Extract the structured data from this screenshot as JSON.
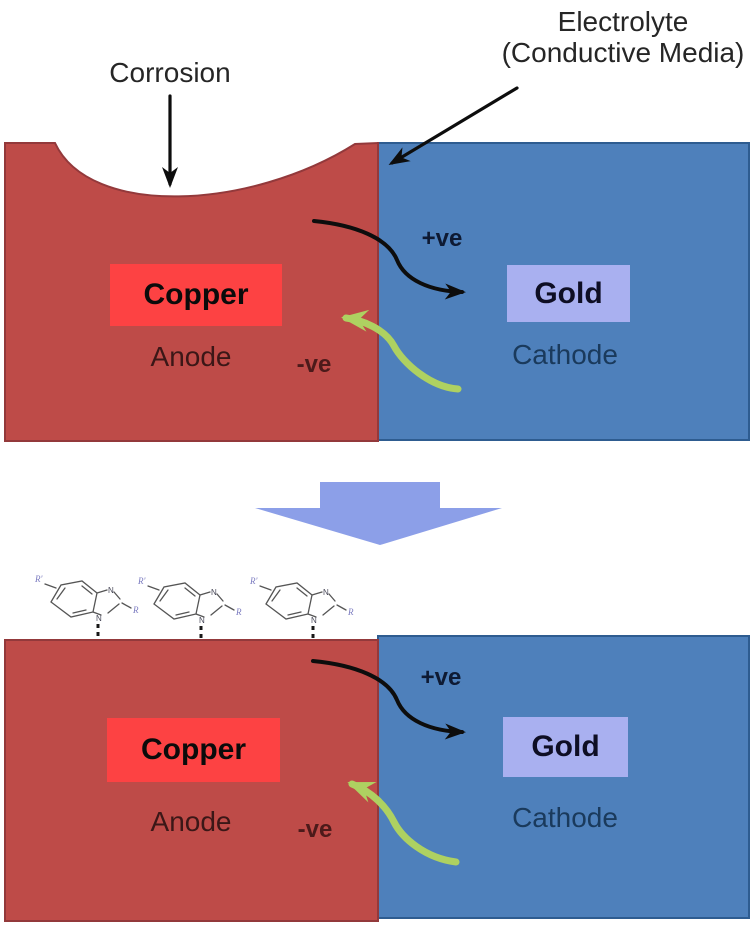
{
  "palette": {
    "copper-block": "#BE4B48",
    "copper-block-border": "#93393B",
    "gold-block": "#4E80BB",
    "gold-block-border": "#2E5C90",
    "copper-chip": "#FD4243",
    "gold-chip": "#A9B0F0",
    "positive-arrow": "#0D0D0D",
    "negative-arrow": "#AED161",
    "transform-arrow": "#8C9FE8",
    "label-dark": "#262626",
    "anode-text": "#3B1717",
    "cathode-text": "#1A3A5C",
    "plus-text": "#0E1A33",
    "minus-text": "#4C1A1A",
    "molecule-bond": "#555555",
    "molecule-r": "#7B7BC0"
  },
  "top_panel": {
    "corrosion_label": "Corrosion",
    "electrolyte_label": {
      "line1": "Electrolyte",
      "line2": "(Conductive Media)"
    },
    "anode_chip": "Copper",
    "anode_role": "Anode",
    "anode_charge": "-ve",
    "cathode_chip": "Gold",
    "cathode_role": "Cathode",
    "cathode_charge": "+ve"
  },
  "bottom_panel": {
    "anode_chip": "Copper",
    "anode_role": "Anode",
    "anode_charge": "-ve",
    "cathode_chip": "Gold",
    "cathode_role": "Cathode",
    "cathode_charge": "+ve",
    "molecule": {
      "n_label": "N",
      "r_label": "R",
      "r_prime_label": "R'"
    }
  }
}
